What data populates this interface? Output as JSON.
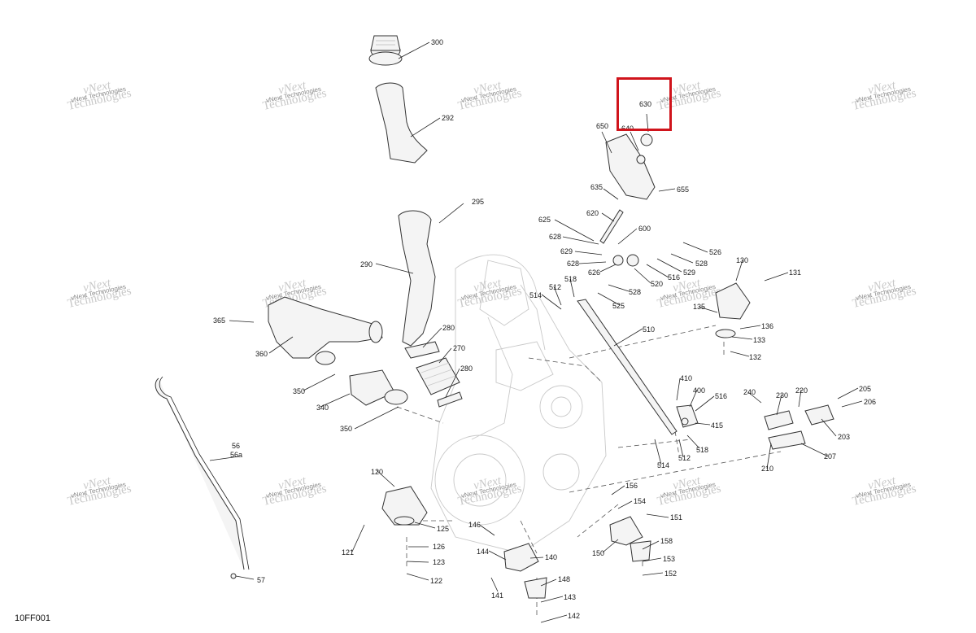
{
  "figure_code": "10FF001",
  "highlight_color": "#d0141c",
  "highlighted_callout": "630",
  "watermark": {
    "line1": "vNext",
    "line2": "Technologies"
  },
  "callouts": [
    "300",
    "292",
    "295",
    "290",
    "365",
    "360",
    "350",
    "340",
    "350",
    "280",
    "270",
    "280",
    "56",
    "56a",
    "57",
    "120",
    "125",
    "121",
    "126",
    "123",
    "122",
    "146",
    "144",
    "140",
    "141",
    "148",
    "143",
    "142",
    "156",
    "154",
    "151",
    "150",
    "158",
    "153",
    "152",
    "650",
    "630",
    "640",
    "635",
    "655",
    "620",
    "625",
    "628",
    "629",
    "628",
    "626",
    "600",
    "526",
    "528",
    "529",
    "516",
    "520",
    "528",
    "525",
    "514",
    "512",
    "518",
    "510",
    "130",
    "131",
    "135",
    "136",
    "133",
    "132",
    "410",
    "400",
    "516",
    "415",
    "518",
    "512",
    "514",
    "240",
    "230",
    "220",
    "205",
    "206",
    "203",
    "210",
    "207"
  ],
  "icons": [
    "highlight-box"
  ]
}
